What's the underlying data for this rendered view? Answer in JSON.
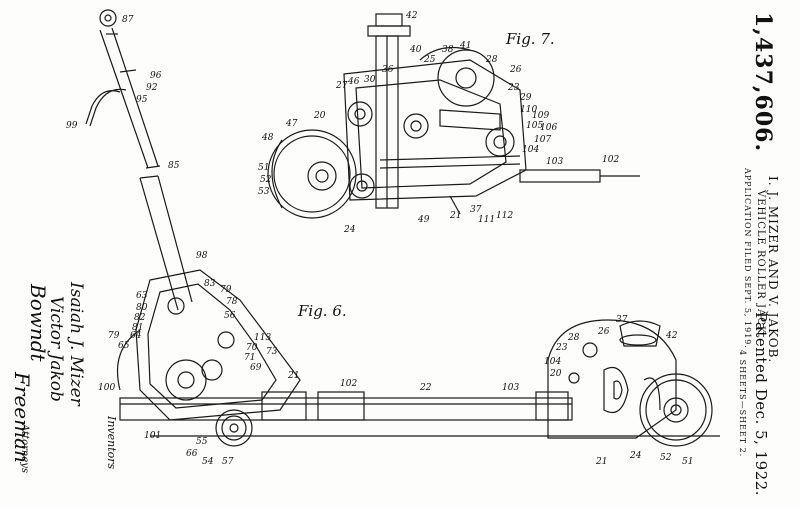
{
  "header": {
    "patent_number": "1,437,606.",
    "inventors": "I. J. MIZER AND V. JAKOB.",
    "title": "VEHICLE ROLLER JACK.",
    "application": "APPLICATION FILED SEPT. 5, 1919.",
    "patented": "Patented Dec. 5, 1922.",
    "sheets": "4 SHEETS—SHEET 2."
  },
  "figures": {
    "fig7": "Fig. 7.",
    "fig6": "Fig. 6."
  },
  "signatures": {
    "inventor1": "Isaiah J. Mizer",
    "inventor2": "Victor Jakob",
    "attorney_line1": "Bowndt",
    "attorney_line2": "Freeman",
    "inventors_caption": "Inventors",
    "attorneys_caption": "Attorneys"
  },
  "reference_numerals": {
    "fig7": [
      "42",
      "40",
      "36",
      "30",
      "46",
      "38",
      "41",
      "25",
      "28",
      "26",
      "23",
      "29",
      "27",
      "20",
      "110",
      "109",
      "105",
      "106",
      "107",
      "48",
      "47",
      "104",
      "51",
      "52",
      "53",
      "103",
      "102",
      "49",
      "21",
      "37",
      "111",
      "112",
      "24"
    ],
    "handle": [
      "87",
      "96",
      "92",
      "95",
      "99",
      "85"
    ],
    "fig6": [
      "98",
      "83",
      "79",
      "63",
      "78",
      "80",
      "82",
      "81",
      "64",
      "56",
      "79",
      "65",
      "113",
      "70",
      "73",
      "71",
      "69",
      "21",
      "100",
      "101",
      "55",
      "66",
      "54",
      "57",
      "102",
      "22",
      "103",
      "28",
      "26",
      "23",
      "104",
      "20",
      "37",
      "42",
      "21",
      "24",
      "52",
      "51"
    ]
  }
}
